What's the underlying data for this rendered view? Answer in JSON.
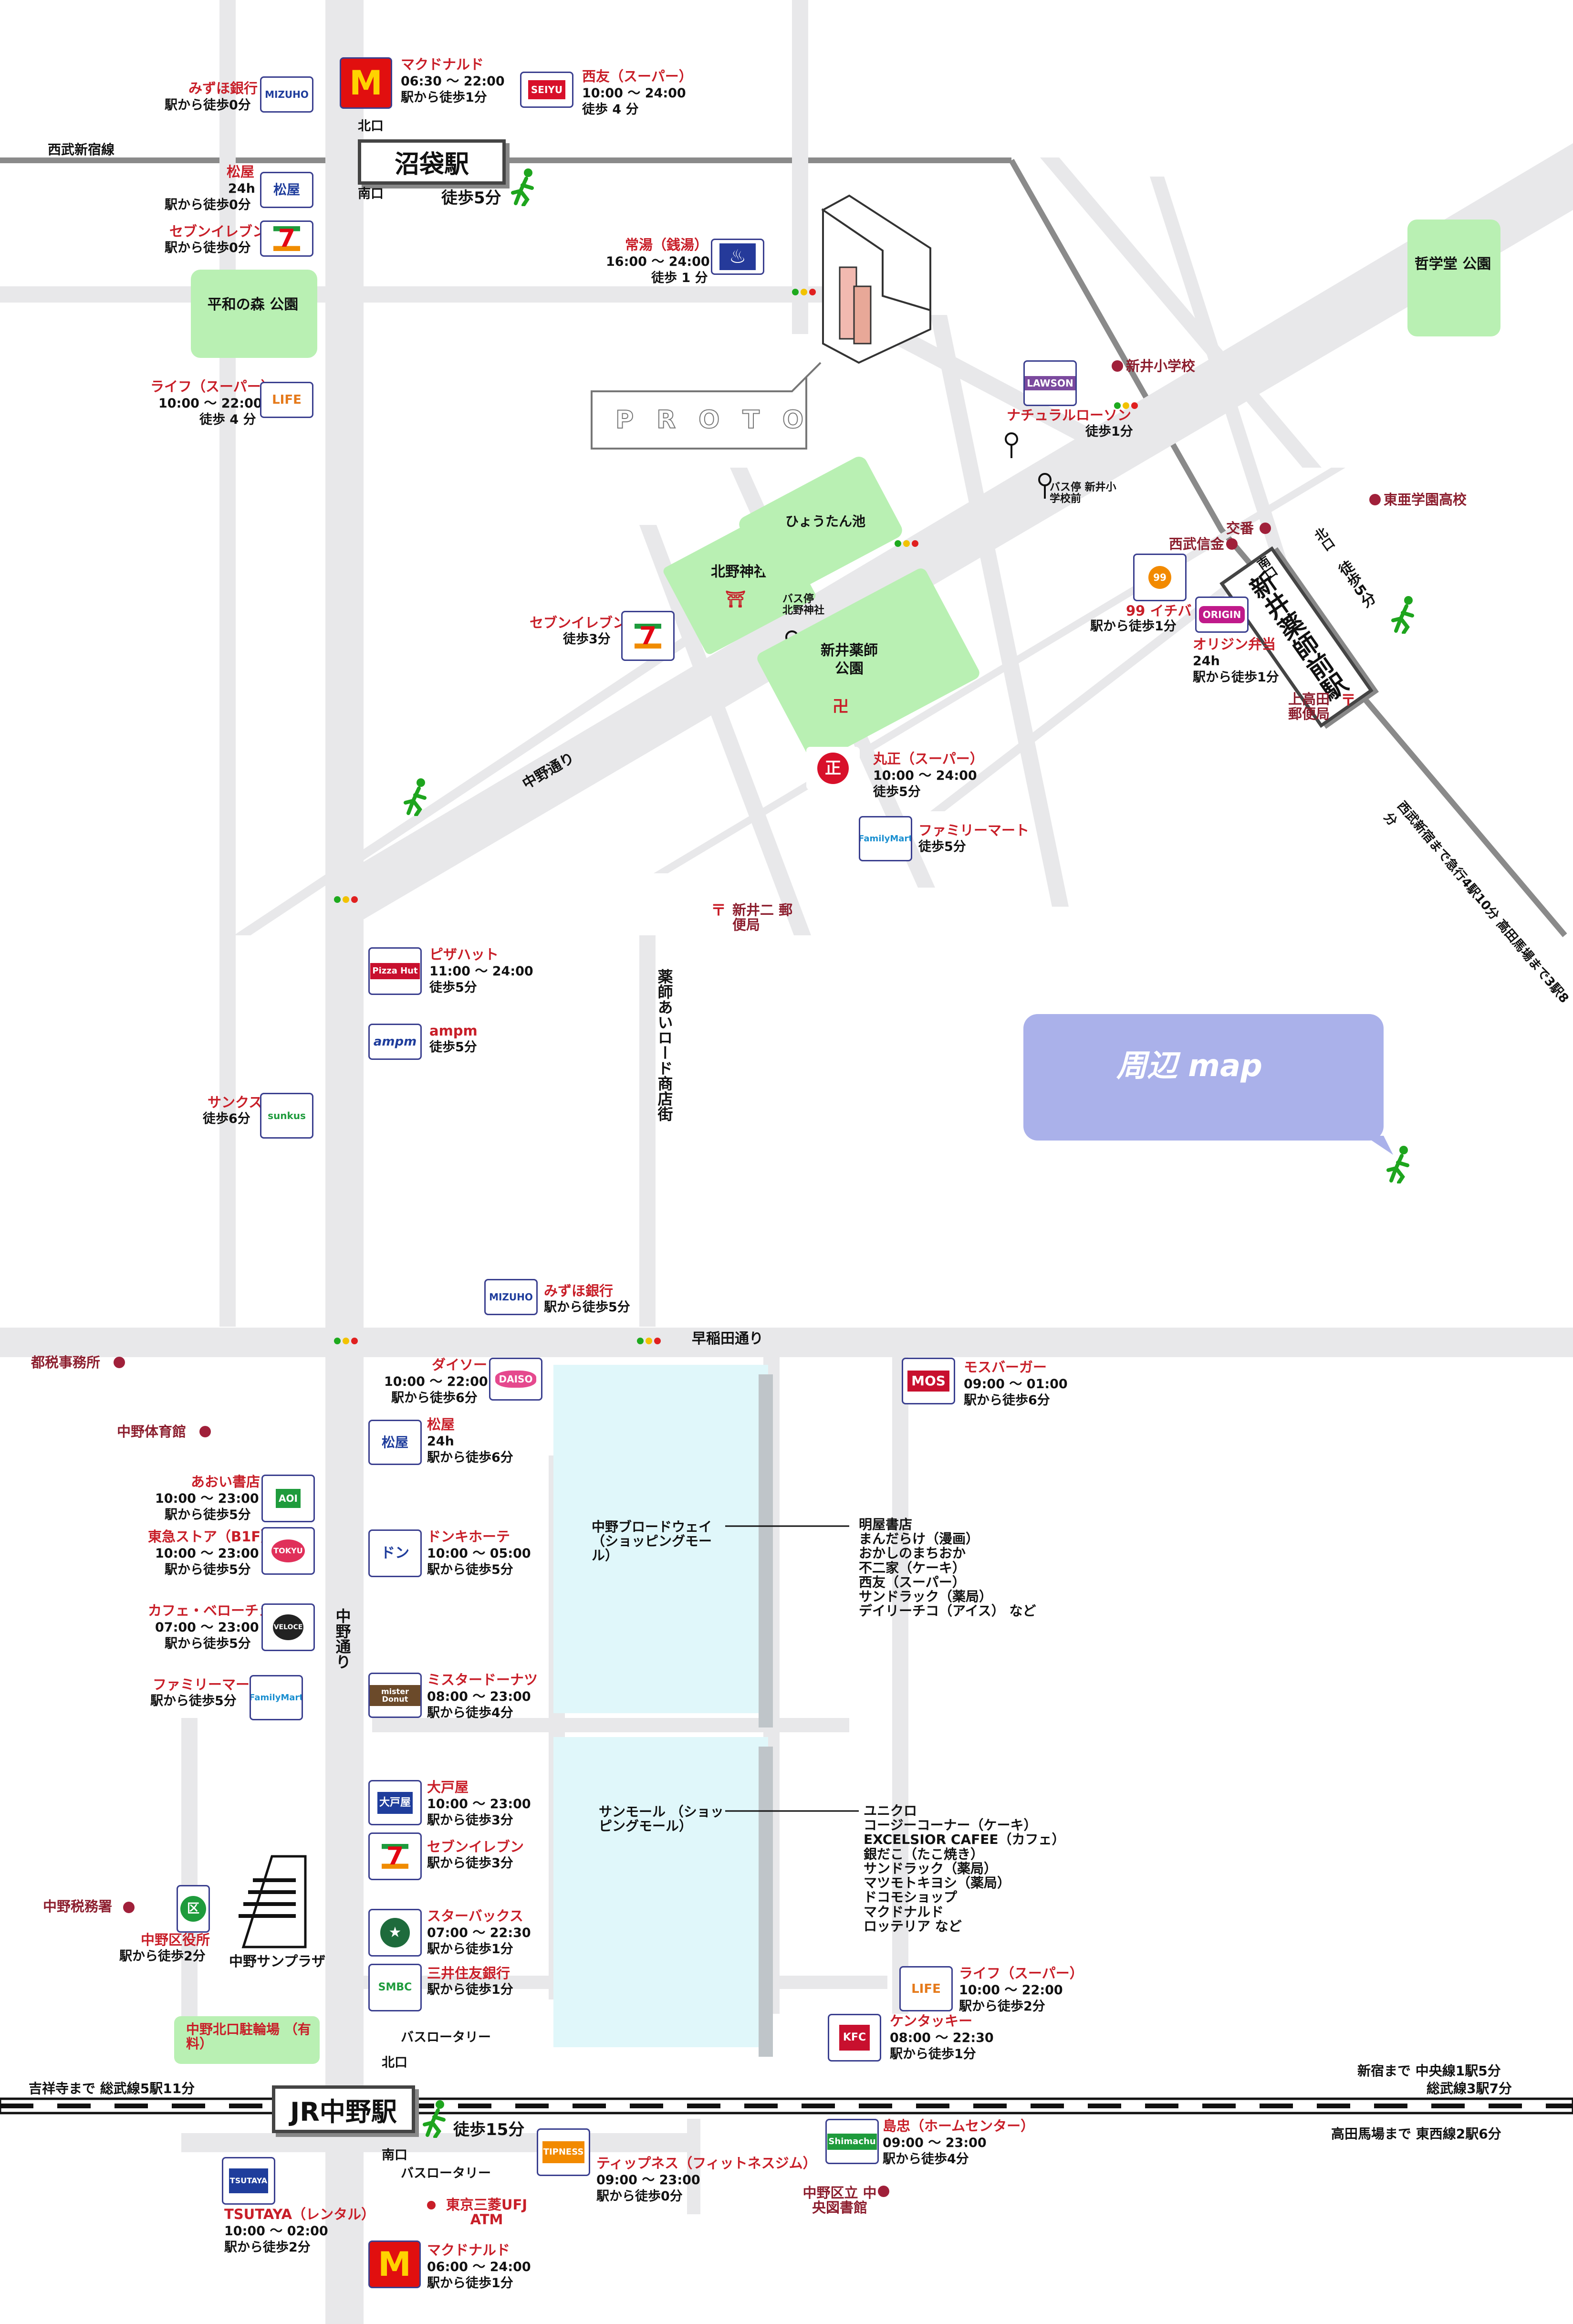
{
  "title": "周辺 map",
  "colors": {
    "road": "#e8e8ea",
    "park": "#b9f0b3",
    "mall": "#e0f7fa",
    "rail": "#8a8a8a",
    "label_red": "#c81e28",
    "label_brown": "#8c1e2e",
    "title_box": "#aab1ea"
  },
  "building": {
    "name": "PROTO"
  },
  "stations": {
    "numabukuro": {
      "name": "沼袋駅",
      "north": "北口",
      "south": "南口",
      "walk": "徒歩5分"
    },
    "araiyakushi": {
      "name": "新井薬師前駅",
      "north": "北口",
      "south": "南口",
      "walk": "徒歩5分"
    },
    "nakano": {
      "name": "JR中野駅",
      "north": "北口",
      "south": "南口",
      "walk": "徒歩15分"
    }
  },
  "lines": {
    "seibu_shinjuku": "西武新宿線",
    "seibu_note": "西武新宿まで急行4駅10分 高田馬場まで3駅8分",
    "jr_left": "吉祥寺まで 総武線5駅11分",
    "jr_right_1": "新宿まで 中央線1駅5分",
    "jr_right_2": "総武線3駅7分",
    "tozai": "高田馬場まで 東西線2駅6分"
  },
  "roads": {
    "nakano_dori": "中野通り",
    "waseda_dori": "早稲田通り",
    "ai_road": "薬師あいロード商店街",
    "nakano_dori_2": "中野通り"
  },
  "parks": {
    "heiwa": "平和の森 公園",
    "tetsugakudo": "哲学堂 公園",
    "kitano": "北野神社",
    "yakushi": "新井薬師 公園",
    "pond": "ひょうたん池"
  },
  "places": {
    "mizuho_top": {
      "name": "みずほ銀行",
      "sub": "駅から徒歩0分",
      "logo": "MIZUHO"
    },
    "mcd_top": {
      "name": "マクドナルド",
      "sub1": "06:30 ～ 22:00",
      "sub2": "駅から徒歩1分",
      "logo": "M"
    },
    "seiyu": {
      "name": "西友（スーパー）",
      "sub1": "10:00 ～ 24:00",
      "sub2": "徒歩 4 分",
      "logo": "SEIYU"
    },
    "matsuya_top": {
      "name": "松屋",
      "sub1": "24h",
      "sub2": "駅から徒歩0分",
      "logo": "松屋"
    },
    "seven_top": {
      "name": "セブンイレブン",
      "sub": "駅から徒歩0分",
      "logo": "7"
    },
    "sento": {
      "name": "常湯（銭湯）",
      "sub1": "16:00 ～ 24:00",
      "sub2": "徒歩 1 分",
      "logo": "♨"
    },
    "life_top": {
      "name": "ライフ（スーパー）",
      "sub1": "10:00 ～ 22:00",
      "sub2": "徒歩 4 分",
      "logo": "LIFE"
    },
    "lawson": {
      "name": "ナチュラルローソン",
      "sub": "徒歩1分",
      "logo": "LAWSON"
    },
    "shinei_school": {
      "name": "新井小学校"
    },
    "toa_school": {
      "name": "東亜学園高校"
    },
    "koban": {
      "name": "交番"
    },
    "seibu_shinkin": {
      "name": "西武信金"
    },
    "seven_mid": {
      "name": "セブンイレブン",
      "sub": "徒歩3分",
      "logo": "7"
    },
    "bus_kitano": {
      "name": "バス停 北野神社"
    },
    "bus_shinei": {
      "name": "バス停 新井小学校前"
    },
    "ichiba99": {
      "name": "99 イチバ",
      "sub": "駅から徒歩1分",
      "logo": "99"
    },
    "origin": {
      "name": "オリジン弁当",
      "sub1": "24h",
      "sub2": "駅から徒歩1分",
      "logo": "ORIGIN"
    },
    "kamitakada_post": {
      "name": "上高田 郵便局"
    },
    "marusho": {
      "name": "丸正（スーパー）",
      "sub1": "10:00 ～ 24:00",
      "sub2": "徒歩5分",
      "logo": "正"
    },
    "familymart_mid": {
      "name": "ファミリーマート",
      "sub": "徒歩5分",
      "logo": "FamilyMart"
    },
    "arai2_post": {
      "name": "新井二 郵便局"
    },
    "pizzahut": {
      "name": "ピザハット",
      "sub1": "11:00 ～ 24:00",
      "sub2": "徒歩5分",
      "logo": "Pizza Hut"
    },
    "ampm": {
      "name": "ampm",
      "sub": "徒歩5分",
      "logo": "ampm"
    },
    "sunkus": {
      "name": "サンクス",
      "sub": "徒歩6分",
      "logo": "sunkus"
    },
    "mizuho_mid": {
      "name": "みずほ銀行",
      "sub": "駅から徒歩5分",
      "logo": "MIZUHO"
    },
    "tozei": {
      "name": "都税事務所"
    },
    "nakano_gym": {
      "name": "中野体育館"
    },
    "daiso": {
      "name": "ダイソー",
      "sub1": "10:00 ～ 22:00",
      "sub2": "駅から徒歩6分",
      "logo": "DAISO"
    },
    "matsuya_mid": {
      "name": "松屋",
      "sub1": "24h",
      "sub2": "駅から徒歩6分",
      "logo": "松屋"
    },
    "mos": {
      "name": "モスバーガー",
      "sub1": "09:00 ～ 01:00",
      "sub2": "駅から徒歩6分",
      "logo": "MOS"
    },
    "aoi": {
      "name": "あおい書店",
      "sub1": "10:00 ～ 23:00",
      "sub2": "駅から徒歩5分",
      "logo": "AOI"
    },
    "tokyu": {
      "name": "東急ストア（B1F）",
      "sub1": "10:00 ～ 23:00",
      "sub2": "駅から徒歩5分",
      "logo": "TOKYU"
    },
    "donki": {
      "name": "ドンキホーテ",
      "sub1": "10:00 ～ 05:00",
      "sub2": "駅から徒歩5分",
      "logo": "ドン"
    },
    "veloce": {
      "name": "カフェ・ベローチェ",
      "sub1": "07:00 ～ 23:00",
      "sub2": "駅から徒歩5分",
      "logo": "VELOCE"
    },
    "familymart_low": {
      "name": "ファミリーマート",
      "sub": "駅から徒歩5分",
      "logo": "FamilyMart"
    },
    "misdo": {
      "name": "ミスタードーナツ",
      "sub1": "08:00 ～ 23:00",
      "sub2": "駅から徒歩4分",
      "logo": "mister Donut"
    },
    "ootoya": {
      "name": "大戸屋",
      "sub1": "10:00 ～ 23:00",
      "sub2": "駅から徒歩3分",
      "logo": "大戸屋"
    },
    "seven_low": {
      "name": "セブンイレブン",
      "sub": "駅から徒歩3分",
      "logo": "7"
    },
    "starbucks": {
      "name": "スターバックス",
      "sub1": "07:00 ～ 22:30",
      "sub2": "駅から徒歩1分",
      "logo": "★"
    },
    "smbc": {
      "name": "三井住友銀行",
      "sub": "駅から徒歩1分",
      "logo": "SMBC"
    },
    "nakano_tax": {
      "name": "中野税務署"
    },
    "ward_office": {
      "name": "中野区役所",
      "sub": "駅から徒歩2分",
      "logo": "区"
    },
    "sunplaza": {
      "name": "中野サンプラザ"
    },
    "parking": {
      "name": "中野北口駐輪場 （有料）"
    },
    "bus_rotary_n": {
      "name": "バスロータリー"
    },
    "life_low": {
      "name": "ライフ（スーパー）",
      "sub1": "10:00 ～ 22:00",
      "sub2": "駅から徒歩2分",
      "logo": "LIFE"
    },
    "kfc": {
      "name": "ケンタッキー",
      "sub1": "08:00 ～ 22:30",
      "sub2": "駅から徒歩1分",
      "logo": "KFC"
    },
    "shimachu": {
      "name": "島忠（ホームセンター）",
      "sub1": "09:00 ～ 23:00",
      "sub2": "駅から徒歩4分",
      "logo": "Shimachu"
    },
    "tsutaya": {
      "name": "TSUTAYA（レンタル）",
      "sub1": "10:00 ～ 02:00",
      "sub2": "駅から徒歩2分",
      "logo": "TSUTAYA"
    },
    "bus_rotary_s": {
      "name": "バスロータリー"
    },
    "ufj": {
      "name": "東京三菱UFJ ATM"
    },
    "tipness": {
      "name": "ティップネス（フィットネスジム）",
      "sub1": "09:00 ～ 23:00",
      "sub2": "駅から徒歩0分",
      "logo": "TIPNESS"
    },
    "library": {
      "name": "中野区立 中央図書館"
    },
    "mcd_low": {
      "name": "マクドナルド",
      "sub1": "06:00 ～ 24:00",
      "sub2": "駅から徒歩1分",
      "logo": "M"
    }
  },
  "malls": {
    "broadway": {
      "name": "中野ブロードウェイ （ショッピングモール）",
      "shops": [
        "明屋書店",
        "まんだらけ（漫画）",
        "おかしのまちおか",
        "不二家（ケーキ）",
        "西友（スーパー）",
        "サンドラック（薬局）",
        "デイリーチコ（アイス） など"
      ]
    },
    "sunmall": {
      "name": "サンモール （ショッピングモール）",
      "shops": [
        "ユニクロ",
        "コージーコーナー（ケーキ）",
        "EXCELSIOR CAFEE（カフェ）",
        "銀だこ（たこ焼き）",
        "サンドラック（薬局）",
        "マツモトキヨシ（薬局）",
        "ドコモショップ",
        "マクドナルド",
        "ロッテリア など"
      ]
    }
  }
}
